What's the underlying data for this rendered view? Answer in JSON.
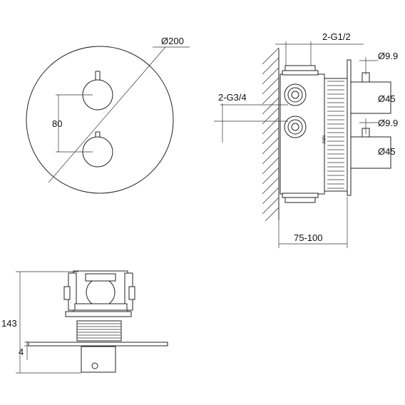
{
  "front_view": {
    "diameter_label": "Ø200",
    "spacing_label": "80"
  },
  "side_view": {
    "inlet_label": "2-G1/2",
    "outlet_label": "2-G3/4",
    "stem_dia_top": "Ø9.9",
    "handle_dia_top": "Ø45",
    "stem_dia_bottom": "Ø9.9",
    "handle_dia_bottom": "Ø45",
    "depth_label": "75-100",
    "min_mark": "MIN"
  },
  "bottom_view": {
    "height_label": "143",
    "plate_label": "4"
  }
}
